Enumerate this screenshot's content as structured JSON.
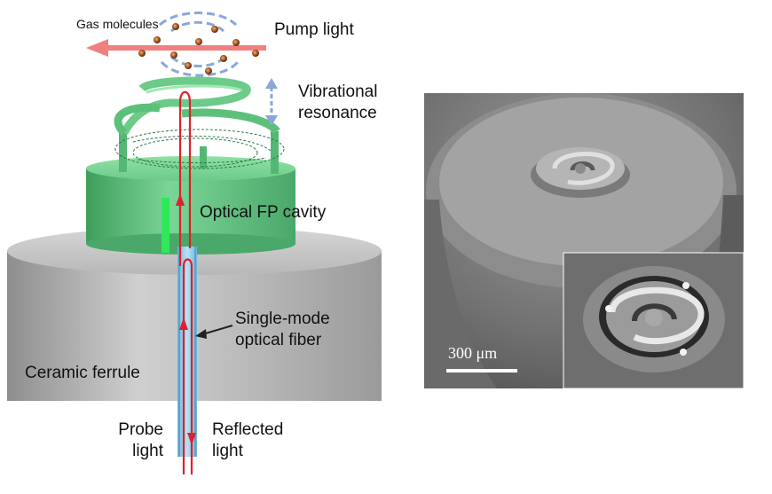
{
  "labels": {
    "gas_molecules": "Gas molecules",
    "pump_light": "Pump light",
    "vibrational_resonance_line1": "Vibrational",
    "vibrational_resonance_line2": "resonance",
    "optical_fp_cavity": "Optical FP cavity",
    "single_mode_line1": "Single-mode",
    "single_mode_line2": "optical fiber",
    "ceramic_ferrule": "Ceramic ferrule",
    "probe_line1": "Probe",
    "probe_line2": "light",
    "reflected_line1": "Reflected",
    "reflected_line2": "light"
  },
  "sem": {
    "scale_label": "300 μm"
  },
  "colors": {
    "pump_arrow": "#f08080",
    "optical_path": "#e0202a",
    "resonator_green": "#5cc07a",
    "fiber_blue": "#7fc6e8",
    "ferrule_gray": "#b0b0b0",
    "vibration_arrow": "#8aa7d8"
  }
}
